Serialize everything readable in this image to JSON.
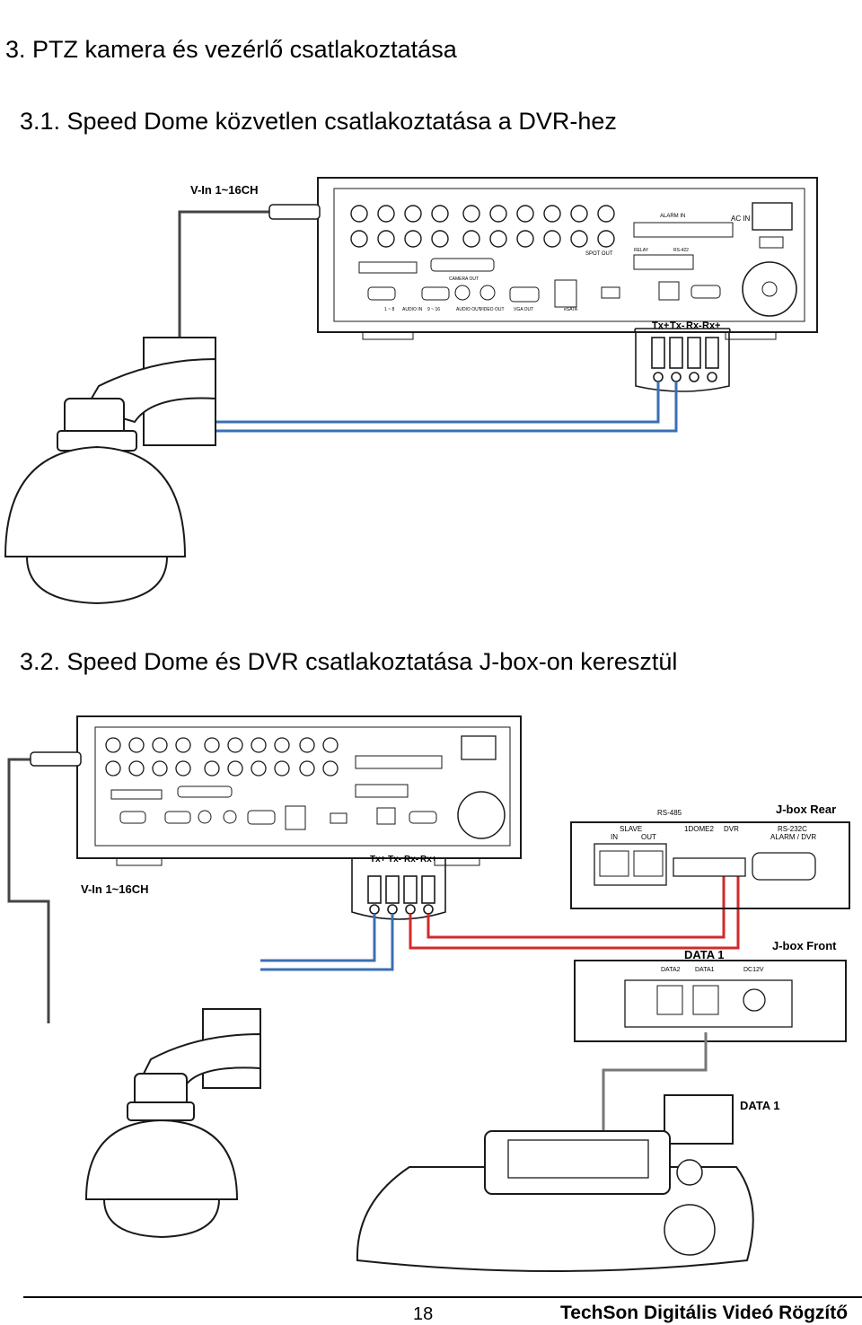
{
  "page": {
    "heading": "3. PTZ kamera és vezérlő csatlakoztatása",
    "section1_title": "3.1. Speed Dome közvetlen csatlakoztatása a DVR-hez",
    "section2_title": "3.2. Speed Dome és DVR csatlakoztatása J-box-on keresztül"
  },
  "diagram1": {
    "video_label": "V-In  1~16CH",
    "rs485_pins": [
      "Tx+",
      "Tx-",
      "Rx-",
      "Rx+"
    ],
    "ac_in": "AC IN",
    "alarm_in": "ALARM IN",
    "spot_out": "SPOT OUT",
    "relay": "RELAY",
    "rs422": "RS-422",
    "camera_out": "CAMERA OUT",
    "port_labels": [
      "1 ~ 8",
      "AUDIO IN",
      "9 ~ 16",
      "AUDIO OUT",
      "VIDEO OUT",
      "VGA OUT",
      "eSATA"
    ]
  },
  "diagram2": {
    "video_label": "V-In  1~16CH",
    "rs485_pins": [
      "Tx+",
      "Tx-",
      "Rx-",
      "Rx+"
    ],
    "jbox_rear": "J-box Rear",
    "jbox_front": "J-box Front",
    "rs485": "RS-485",
    "slave": "SLAVE",
    "in": "IN",
    "out": "OUT",
    "dome2": "1DOME2",
    "dvr": "DVR",
    "rs232c": "RS-232C",
    "alarm_dvr": "ALARM / DVR",
    "data1": "DATA 1",
    "data2_small": "DATA2",
    "data1_small": "DATA1",
    "dc12v": "DC12V",
    "kbd_data": "DATA 1"
  },
  "footer": {
    "page_number": "18",
    "brand": "TechSon Digitális Videó Rögzítő"
  },
  "colors": {
    "blue_wire": "#3a6fb5",
    "red_wire": "#d22a2a",
    "line": "#1a1a1a"
  }
}
